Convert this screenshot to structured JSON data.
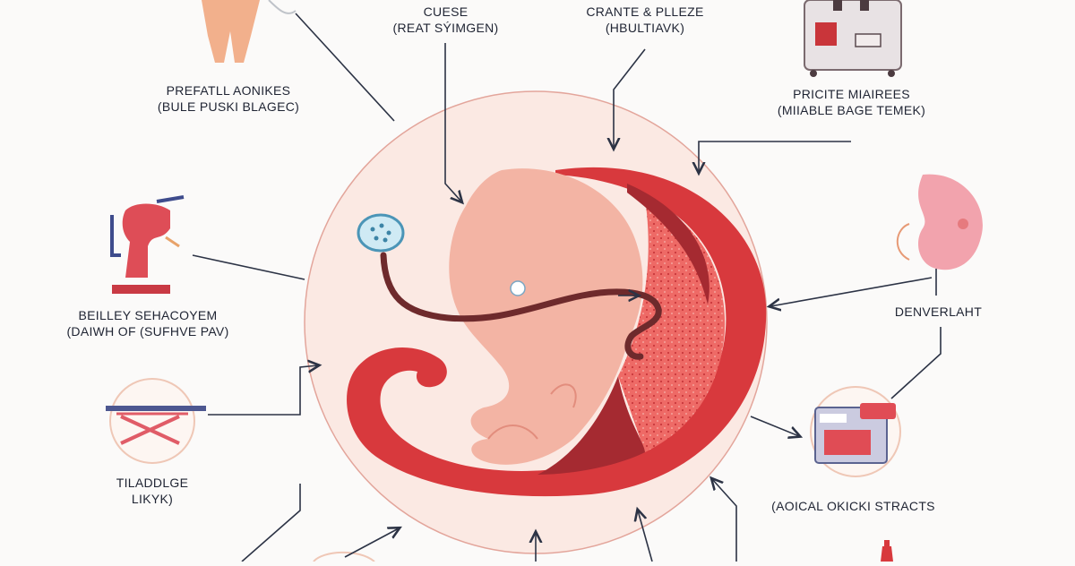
{
  "labels": {
    "top_center": {
      "line1": "CUESE",
      "line2": "(REAT SÝIMGEN)"
    },
    "top_right_a": {
      "line1": "CRANTE & PLLEZE",
      "line2": "(HBULTIAVK)"
    },
    "top_left": {
      "line1": "PREFATLL AONIKES",
      "line2": "(BULE PUSKI BLAGEC)"
    },
    "top_right_b": {
      "line1": "PRICITE MIAIREES",
      "line2": "(MIIABLE BAGE TEMEK)"
    },
    "mid_left": {
      "line1": "BEILLEY SEHACOYEM",
      "line2": "(DAIWH OF (SUFHVE PAV)"
    },
    "mid_right": {
      "line1": "DENVERLAHT"
    },
    "low_left": {
      "line1": "TILADDLGE",
      "line2": "LIKYK)"
    },
    "low_right": {
      "line1": "(AOICAL OKICKI STRACTS"
    }
  },
  "colors": {
    "text": "#1f2433",
    "circle_fill": "#fbe9e3",
    "circle_stroke": "#e3a59b",
    "embryo": "#f3b4a4",
    "uterus_red": "#d8393d",
    "uterus_dark": "#a52a31",
    "cord": "#6e2a2c",
    "line": "#2c3345"
  },
  "icons": [
    "person-icon",
    "scale-device-icon",
    "clamp-device-icon",
    "kidney-organ-icon",
    "stretcher-icon",
    "monitor-device-icon",
    "cell-icon"
  ]
}
